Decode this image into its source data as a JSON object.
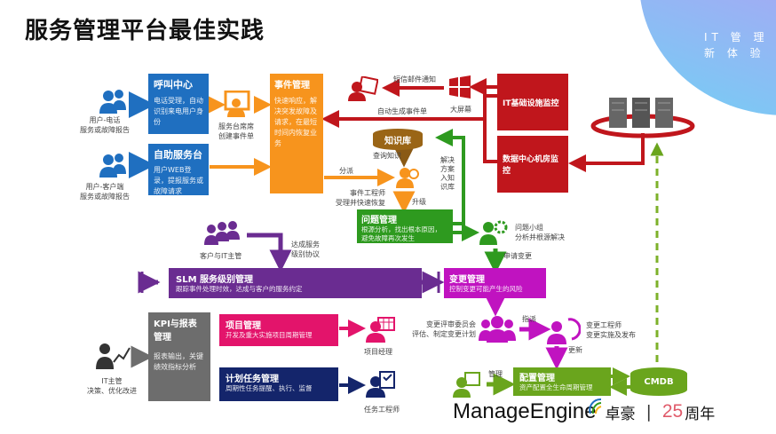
{
  "title": "服务管理平台最佳实践",
  "slogan": {
    "line1": "IT 管 理",
    "line2": "新 体 验"
  },
  "colors": {
    "blue": "#1f6fc0",
    "orange": "#f7941d",
    "red": "#c0161c",
    "green": "#2e9a1f",
    "purple": "#6a2c91",
    "magenta": "#c013c0",
    "gray": "#6d6d6d",
    "pink": "#e3146b",
    "navy": "#14256b",
    "olive": "#6aa51d"
  },
  "users": {
    "phone": {
      "line1": "用户-电话",
      "line2": "服务或故障报告"
    },
    "client": {
      "line1": "用户-客户端",
      "line2": "服务或故障报告"
    },
    "customer_it": "客户与IT主管",
    "it_head": {
      "line1": "IT主管",
      "line2": "决策、优化改进"
    }
  },
  "call_center": {
    "title": "呼叫中心",
    "desc": "电话受理，自动识别来电用户身份"
  },
  "self_service": {
    "title": "自助服务台",
    "desc": "用户WEB登录，提报服务或故障请求"
  },
  "service_desk_label": {
    "line1": "服务台席席",
    "line2": "创建事件单"
  },
  "incident": {
    "title": "事件管理",
    "desc": "快速响应，解决突发故障及请求，在最短时间内恢复业务"
  },
  "notify": {
    "sms": "短信邮件通知",
    "screen": "大屏幕",
    "auto_ticket": "自动生成事件单"
  },
  "it_infra": "IT基础设施监控",
  "datacenter": "数据中心机房监控",
  "knowledge": {
    "title": "知识库",
    "query": "查询知识",
    "solution": "解决方案入知识库"
  },
  "dispatch": "分派",
  "engineer": {
    "line1": "事件工程师",
    "line2": "受理并快速恢复"
  },
  "escalate": "升级",
  "problem": {
    "title": "问题管理",
    "line1": "根源分析，找出根本原因，",
    "line2": "避免故障再次发生"
  },
  "problem_team": {
    "line1": "问题小组",
    "line2": "分析并根源解决"
  },
  "apply_change": "申请变更",
  "sla_agree": {
    "line1": "达成服务",
    "line2": "级别协议"
  },
  "slm": {
    "title": "SLM 服务级别管理",
    "desc": "跟踪事件处理时效，达成与客户的服务约定"
  },
  "change": {
    "title": "变更管理",
    "desc": "控制变更可能产生的风险"
  },
  "cab": {
    "line1": "变更评审委员会",
    "line2": "评估、制定变更计划"
  },
  "assign": "指派",
  "change_engineer": {
    "line1": "变更工程师",
    "line2": "变更实施及发布"
  },
  "update": "更新",
  "kpi": {
    "title": "KPI与报表管理",
    "desc": "报表输出，关键绩效指标分析"
  },
  "project": {
    "title": "项目管理",
    "desc": "开发及重大实施项目周期管理",
    "role": "项目经理"
  },
  "task": {
    "title": "计划任务管理",
    "desc": "周期性任务提醒、执行、监督",
    "role": "任务工程师"
  },
  "config": {
    "title": "配置管理",
    "desc": "资产配置全生命周期管理",
    "manage": "管理"
  },
  "cmdb": "CMDB",
  "brand": {
    "name": "ManageEngine",
    "cn": "卓豪",
    "sep": "|",
    "anniv_num": "25",
    "anniv_text": "周年"
  }
}
